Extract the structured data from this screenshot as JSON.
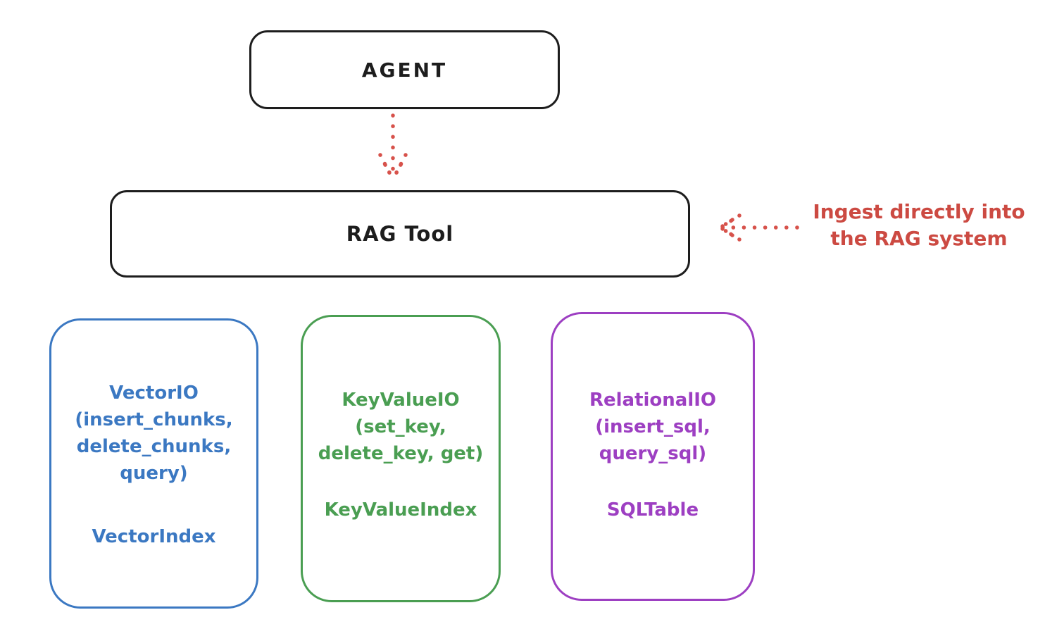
{
  "diagram": {
    "agent": {
      "label": "AGENT"
    },
    "rag_tool": {
      "label": "RAG Tool"
    },
    "annotation": {
      "line1": "Ingest directly into",
      "line2": "the RAG system",
      "color": "#cc4a42"
    },
    "arrows": [
      {
        "name": "agent-to-rag-tool",
        "style": "dotted",
        "direction": "down",
        "color": "#d7524b"
      },
      {
        "name": "annotation-to-rag-tool",
        "style": "dotted",
        "direction": "left",
        "color": "#d7524b"
      }
    ],
    "backends": [
      {
        "id": "vector-io",
        "accent": "#3b78c2",
        "lines": [
          "VectorIO",
          "(insert_chunks,",
          "delete_chunks,",
          "query)"
        ],
        "index_label": "VectorIndex"
      },
      {
        "id": "keyvalue-io",
        "accent": "#4a9e52",
        "lines": [
          "KeyValueIO",
          "(set_key,",
          "delete_key, get)"
        ],
        "index_label": "KeyValueIndex"
      },
      {
        "id": "relational-io",
        "accent": "#9d3fc2",
        "lines": [
          "RelationalIO",
          "(insert_sql,",
          "query_sql)"
        ],
        "index_label": "SQLTable"
      }
    ],
    "colors": {
      "stroke": "#1d1d1d",
      "background": "#ffffff"
    }
  }
}
